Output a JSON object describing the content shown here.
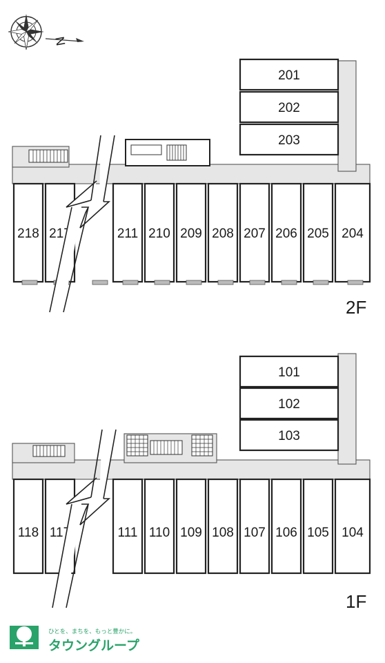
{
  "compass": {
    "north_label": "N",
    "icon": "compass-rose-icon"
  },
  "floors": [
    {
      "id": "2F",
      "label": "2F",
      "top_units": [
        "201",
        "202",
        "203"
      ],
      "row_units": [
        "218",
        "217",
        "211",
        "210",
        "209",
        "208",
        "207",
        "206",
        "205",
        "204"
      ]
    },
    {
      "id": "1F",
      "label": "1F",
      "top_units": [
        "101",
        "102",
        "103"
      ],
      "row_units": [
        "118",
        "117",
        "111",
        "110",
        "109",
        "108",
        "107",
        "106",
        "105",
        "104"
      ]
    }
  ],
  "logo": {
    "tagline": "ひとを、まちを、もっと豊かに。",
    "name": "タウングループ",
    "icon": "tree-house-logo-icon",
    "brand_color": "#2aa36a"
  }
}
